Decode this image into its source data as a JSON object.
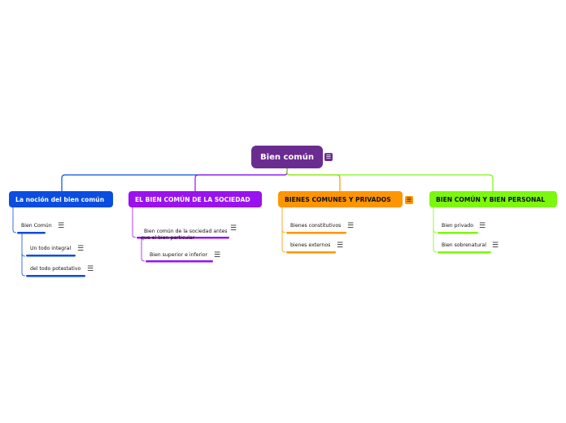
{
  "root": {
    "label": "Bien común",
    "color": "#6b2c91"
  },
  "branches": [
    {
      "label": "La noción del bien común",
      "color": "#0a4de0",
      "text_color": "#ffffff",
      "children": [
        {
          "label": "Bien Común"
        },
        {
          "label": "Un todo integral"
        },
        {
          "label": "del todo potestativo"
        }
      ]
    },
    {
      "label": "EL BIEN COMÚN DE LA SOCIEDAD",
      "color": "#9a12ef",
      "text_color": "#ffffff",
      "children": [
        {
          "label": "Bien común de la sociedad antes\nque el bien particular"
        },
        {
          "label": "Bien superior e inferior"
        }
      ]
    },
    {
      "label": "BIENES COMUNES Y PRIVADOS",
      "color": "#ff9500",
      "text_color": "#111111",
      "children": [
        {
          "label": "Bienes constitutivos"
        },
        {
          "label": "bienes externos"
        }
      ]
    },
    {
      "label": "BIEN COMÚN Y BIEN PERSONAL",
      "color": "#7cf70e",
      "text_color": "#111111",
      "children": [
        {
          "label": "Bien privado"
        },
        {
          "label": "Bien sobrenatural"
        }
      ]
    }
  ],
  "icons": {
    "notes": "notes-menu-icon",
    "glyph": "☰"
  }
}
